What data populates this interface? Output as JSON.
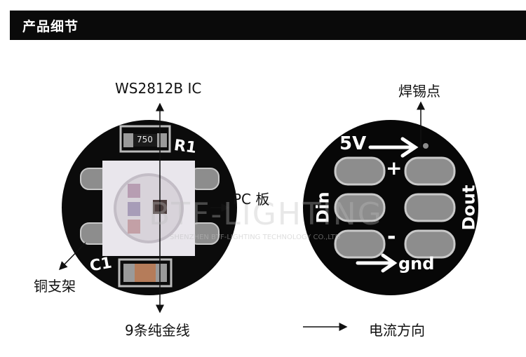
{
  "header": {
    "title": "产品细节"
  },
  "labels": {
    "ic": "WS2812B IC",
    "pcb": "PC 板",
    "bracket": "铜支架",
    "gold_wire": "9条纯金线",
    "solder": "焊锡点",
    "current_dir": "电流方向"
  },
  "board_front": {
    "resistor_value": "750",
    "resistor_ref": "R1",
    "capacitor_ref": "C1"
  },
  "board_back": {
    "power": "5V",
    "plus": "+",
    "minus": "-",
    "din": "Din",
    "dout": "Dout",
    "gnd": "gnd"
  },
  "watermark": {
    "main": "BTF-LIGHTING",
    "sub": "SHENZHEN BTF-LIGHTING TECHNOLOGY CO.,LTD"
  }
}
